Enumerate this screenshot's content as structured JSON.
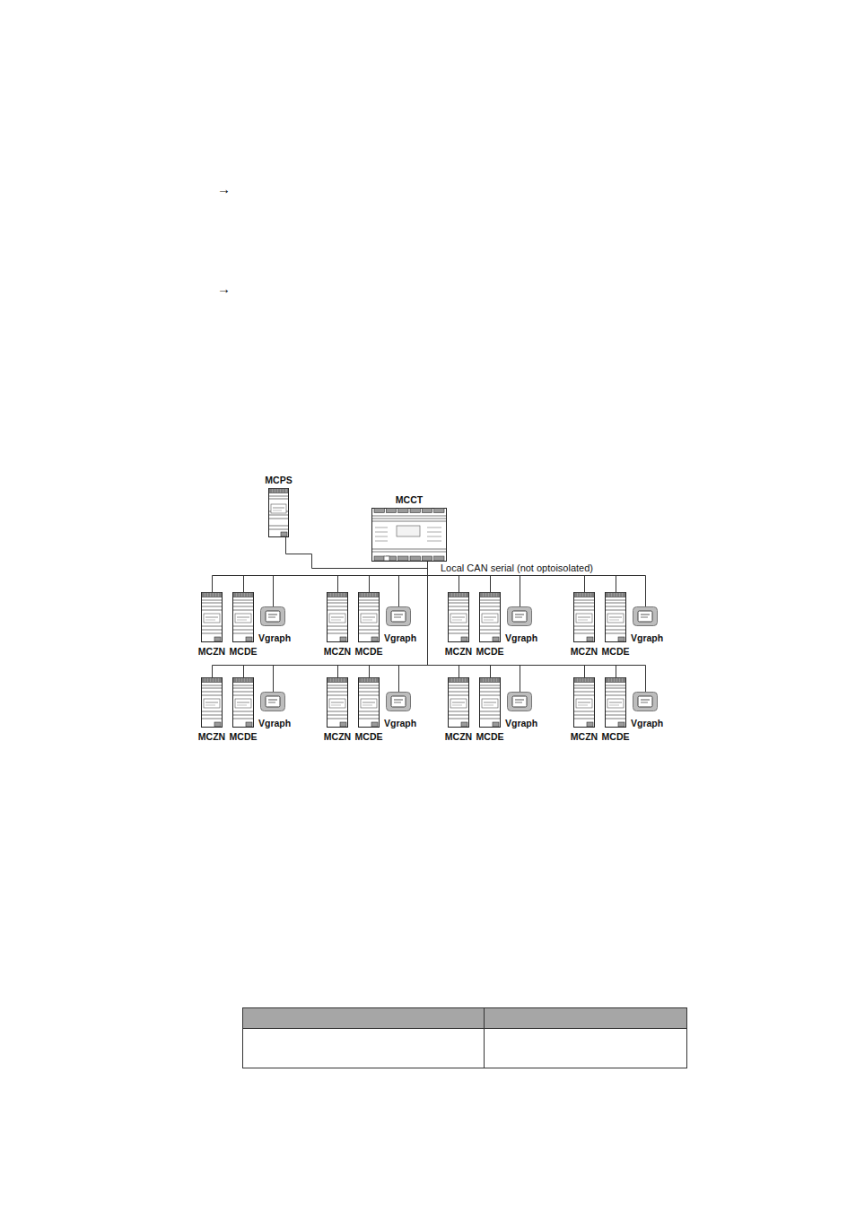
{
  "diagram": {
    "nodes": [
      {
        "text": [
          "MCPS"
        ]
      },
      {
        "text": [
          "MCCT"
        ]
      },
      {
        "text": [
          "MCZN"
        ]
      },
      {
        "text": [
          "MCDE"
        ]
      },
      {
        "text": [
          "Vgraph"
        ]
      },
      {
        "text": [
          "MCZN"
        ]
      },
      {
        "text": [
          "MCDE"
        ]
      },
      {
        "text": [
          "Vgraph"
        ]
      },
      {
        "text": [
          "MCZN"
        ]
      },
      {
        "text": [
          "MCDE"
        ]
      },
      {
        "text": [
          "Vgraph"
        ]
      },
      {
        "text": [
          "MCZN"
        ]
      },
      {
        "text": [
          "MCDE"
        ]
      },
      {
        "text": [
          "Vgraph"
        ]
      },
      {
        "text": [
          "MCZN"
        ]
      },
      {
        "text": [
          "MCDE"
        ]
      },
      {
        "text": [
          "Vgraph"
        ]
      },
      {
        "text": [
          "MCZN"
        ]
      },
      {
        "text": [
          "MCDE"
        ]
      },
      {
        "text": [
          "Vgraph"
        ]
      },
      {
        "text": [
          "MCZN"
        ]
      },
      {
        "text": [
          "MCDE"
        ]
      },
      {
        "text": [
          "Vgraph"
        ]
      },
      {
        "text": [
          "MCZN"
        ]
      },
      {
        "text": [
          "MCDE"
        ]
      },
      {
        "text": [
          "Vgraph"
        ]
      }
    ],
    "edges": [
      {
        "from": 0,
        "to": 1,
        "arrow": "none"
      },
      {
        "from": 1,
        "to": 2,
        "arrow": "none"
      },
      {
        "from": 1,
        "to": 3,
        "arrow": "none"
      },
      {
        "from": 1,
        "to": 4,
        "arrow": "none"
      },
      {
        "from": 1,
        "to": 5,
        "arrow": "none"
      },
      {
        "from": 1,
        "to": 6,
        "arrow": "none"
      },
      {
        "from": 1,
        "to": 7,
        "arrow": "none"
      },
      {
        "from": 1,
        "to": 8,
        "arrow": "none"
      },
      {
        "from": 1,
        "to": 9,
        "arrow": "none"
      },
      {
        "from": 1,
        "to": 10,
        "arrow": "none"
      },
      {
        "from": 1,
        "to": 11,
        "arrow": "none"
      },
      {
        "from": 1,
        "to": 12,
        "arrow": "none"
      },
      {
        "from": 1,
        "to": 13,
        "arrow": "none"
      },
      {
        "from": 1,
        "to": 14,
        "arrow": "none"
      },
      {
        "from": 1,
        "to": 15,
        "arrow": "none"
      },
      {
        "from": 1,
        "to": 16,
        "arrow": "none"
      },
      {
        "from": 1,
        "to": 17,
        "arrow": "none"
      },
      {
        "from": 1,
        "to": 18,
        "arrow": "none"
      },
      {
        "from": 1,
        "to": 19,
        "arrow": "none"
      },
      {
        "from": 1,
        "to": 20,
        "arrow": "none"
      },
      {
        "from": 1,
        "to": 21,
        "arrow": "none"
      },
      {
        "from": 1,
        "to": 22,
        "arrow": "none"
      },
      {
        "from": 1,
        "to": 23,
        "arrow": "none"
      },
      {
        "from": 1,
        "to": 24,
        "arrow": "none"
      },
      {
        "from": 1,
        "to": 25,
        "arrow": "none"
      }
    ],
    "labels": [
      "→",
      "→",
      "Local CAN serial (not optoisolated)"
    ]
  }
}
